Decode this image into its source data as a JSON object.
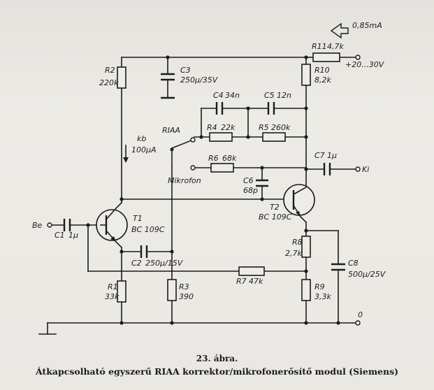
{
  "diagram": {
    "components": {
      "R2": {
        "ref": "R2",
        "value": "220k"
      },
      "C3": {
        "ref": "C3",
        "value": "250μ/35V"
      },
      "R11": {
        "ref": "R11",
        "value": "4,7k"
      },
      "R10": {
        "ref": "R10",
        "value": "8,2k"
      },
      "C4": {
        "ref": "C4",
        "value": "34n"
      },
      "C5": {
        "ref": "C5",
        "value": "12n"
      },
      "R4": {
        "ref": "R4",
        "value": "22k"
      },
      "R5": {
        "ref": "R5",
        "value": "260k"
      },
      "R6": {
        "ref": "R6",
        "value": "68k"
      },
      "C7": {
        "ref": "C7",
        "value": "1μ"
      },
      "C6": {
        "ref": "C6",
        "value": "68p"
      },
      "T1": {
        "ref": "T1",
        "value": "BC 109C"
      },
      "T2": {
        "ref": "T2",
        "value": "BC 109C"
      },
      "C1": {
        "ref": "C1",
        "value": "1μ"
      },
      "C2": {
        "ref": "C2",
        "value": "250μ/15V"
      },
      "R8": {
        "ref": "R8",
        "value": "2,7k"
      },
      "R7": {
        "ref": "R7",
        "value": "47k"
      },
      "C8": {
        "ref": "C8",
        "value": "500μ/25V"
      },
      "R1": {
        "ref": "R1",
        "value": "33k"
      },
      "R3": {
        "ref": "R3",
        "value": "390"
      },
      "R9": {
        "ref": "R9",
        "value": "3,3k"
      }
    },
    "labels": {
      "supply_current": "0,85mA",
      "supply_voltage": "+20...30V",
      "riaa": "RIAA",
      "mikrofon": "Mikrofon",
      "kb": "kb",
      "bias_current": "100μA",
      "input": "Be",
      "output": "Ki",
      "ground": "0"
    }
  },
  "caption": {
    "figure_number": "23. ábra.",
    "title": "Átkapcsolható egyszerű RIAA korrektor/mikrofonerősítő modul (Siemens)"
  }
}
